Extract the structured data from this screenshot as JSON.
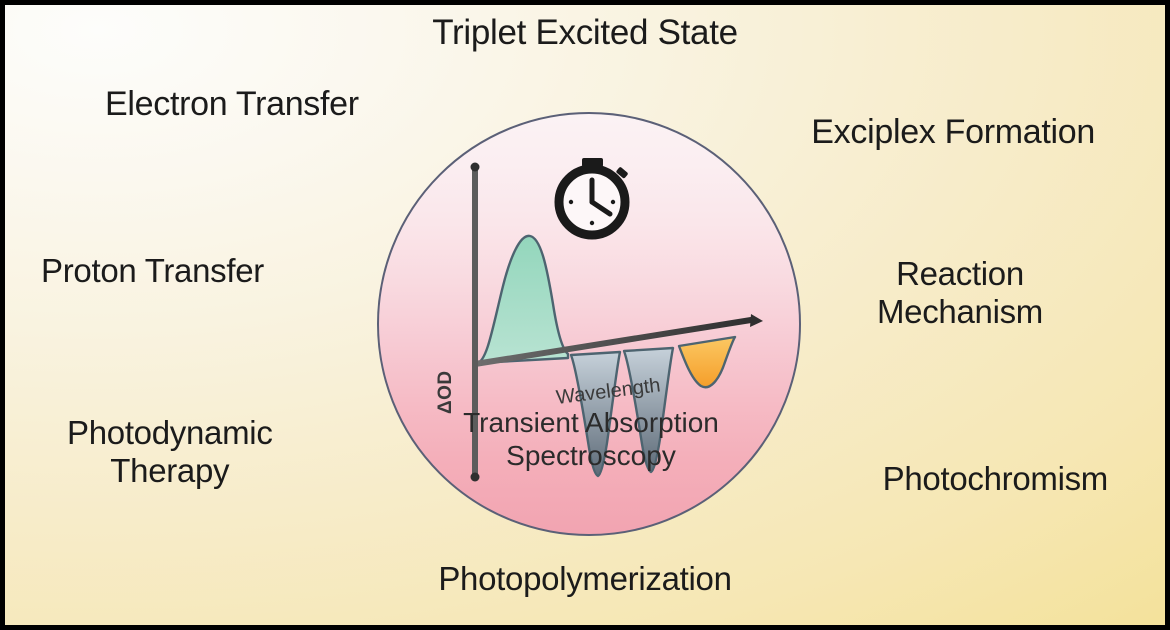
{
  "figure": {
    "title": "Transient Absorption Spectroscopy graphical abstract",
    "background_color_top_left": "#fdfdfb",
    "background_color_bottom_right": "#f2df93",
    "border_color": "#000000"
  },
  "circle": {
    "caption": "Transient Absorption\nSpectroscopy",
    "border_color": "#5b6077",
    "gradient_top_color": "#fbf2f4",
    "gradient_bottom_color": "#f2a4b1"
  },
  "orbit_labels": [
    {
      "id": "triplet-excited-state",
      "text": "Triplet Excited State"
    },
    {
      "id": "electron-transfer",
      "text": "Electron Transfer"
    },
    {
      "id": "exciplex-formation",
      "text": "Exciplex Formation"
    },
    {
      "id": "proton-transfer",
      "text": "Proton Transfer"
    },
    {
      "id": "reaction-mechanism",
      "text": "Reaction\nMechanism"
    },
    {
      "id": "photodynamic-therapy",
      "text": "Photodynamic\nTherapy"
    },
    {
      "id": "photochromism",
      "text": "Photochromism"
    },
    {
      "id": "photopolymerization",
      "text": "Photopolymerization"
    }
  ],
  "icons": {
    "stopwatch": "stopwatch-icon",
    "stopwatch_hour_hand_oclock": 1,
    "stopwatch_minute_hand_oclock": 2
  },
  "chart_data": {
    "type": "line",
    "title": "Transient Absorption Spectroscopy",
    "xlabel": "Wavelength",
    "ylabel": "ΔOD",
    "x_axis_label_rotation_deg": -7,
    "y_axis_label_rotation_deg": -90,
    "grid": false,
    "legend": false,
    "axis_line_color": "#4a4a4a",
    "x_axis_tilt_deg": -9,
    "xlim": [
      0,
      100
    ],
    "ylim": [
      -1.05,
      1.05
    ],
    "series": [
      {
        "name": "Excited state absorption band",
        "fill_color": "#86cfb4",
        "line_color": "#4a5a66",
        "sign": "positive",
        "x": [
          8,
          12,
          17,
          22,
          27,
          32,
          36,
          40
        ],
        "y": [
          0.02,
          0.3,
          0.72,
          0.93,
          0.88,
          0.56,
          0.18,
          0.0
        ]
      },
      {
        "name": "Ground state bleach band 1",
        "fill_color": "#9aa8b4",
        "line_color": "#4a5a66",
        "sign": "negative",
        "x": [
          42,
          46,
          50,
          54,
          57
        ],
        "y": [
          0.0,
          -0.42,
          -0.76,
          -0.4,
          0.0
        ]
      },
      {
        "name": "Ground state bleach band 2",
        "fill_color": "#9aa8b4",
        "line_color": "#4a5a66",
        "sign": "negative",
        "x": [
          58,
          62,
          66,
          70,
          73
        ],
        "y": [
          0.0,
          -0.45,
          -0.79,
          -0.43,
          0.0
        ]
      },
      {
        "name": "Stimulated emission band",
        "fill_color": "#f7b64b",
        "line_color": "#4a5a66",
        "sign": "negative",
        "x": [
          76,
          80,
          84,
          88,
          92
        ],
        "y": [
          0.0,
          -0.22,
          -0.32,
          -0.21,
          0.0
        ]
      }
    ]
  }
}
